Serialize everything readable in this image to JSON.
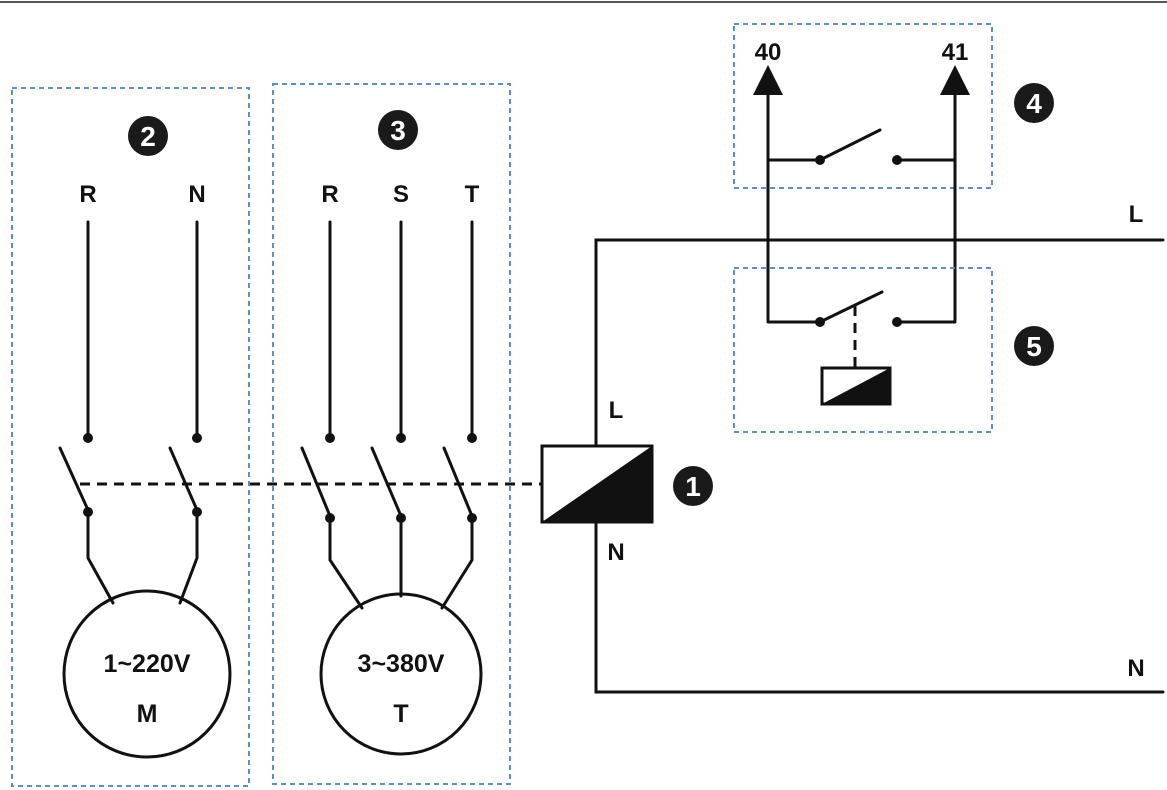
{
  "badges": {
    "b1": "1",
    "b2": "2",
    "b3": "3",
    "b4": "4",
    "b5": "5"
  },
  "single_phase": {
    "r": "R",
    "n": "N",
    "motor_voltage": "1~220V",
    "motor_label": "M"
  },
  "three_phase": {
    "r": "R",
    "s": "S",
    "t": "T",
    "motor_voltage": "3~380V",
    "motor_label": "T"
  },
  "coil": {
    "l": "L",
    "n": "N"
  },
  "aux": {
    "left": "40",
    "right": "41"
  },
  "supply": {
    "l": "L",
    "n": "N"
  },
  "colors": {
    "wire": "#111111",
    "box": "#5b8fc9",
    "badge": "#1a1a1a"
  }
}
